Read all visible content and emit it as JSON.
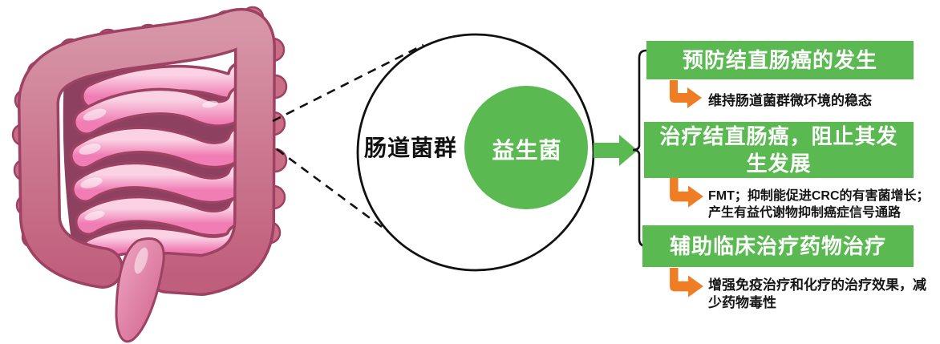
{
  "figure": {
    "description_labels": {
      "outer_circle_label": "肠道菌群",
      "inner_circle_label": "益生菌"
    },
    "benefits": [
      {
        "title": "预防结直肠癌的发生",
        "note": "维持肠道菌群微环境的稳态"
      },
      {
        "title": "治疗结直肠癌，阻止其发生发展",
        "note": "FMT；抑制能促进CRC的有害菌增长；产生有益代谢物抑制癌症信号通路"
      },
      {
        "title": "辅助临床治疗药物治疗",
        "note": "增强免疫治疗和化疗的治疗效果，减少药物毒性"
      }
    ],
    "colors": {
      "green": "#5bb952",
      "orange": "#ee7d23",
      "ink": "#111111",
      "colon_pink": "#c56680",
      "coil_pink": "#f07eb4",
      "outline_rose": "#9d4263"
    },
    "icons": [
      "intestine-illustration",
      "zoom-circle",
      "right-arrow-icon",
      "brace-bracket",
      "orange-elbow-arrow-icon"
    ]
  }
}
